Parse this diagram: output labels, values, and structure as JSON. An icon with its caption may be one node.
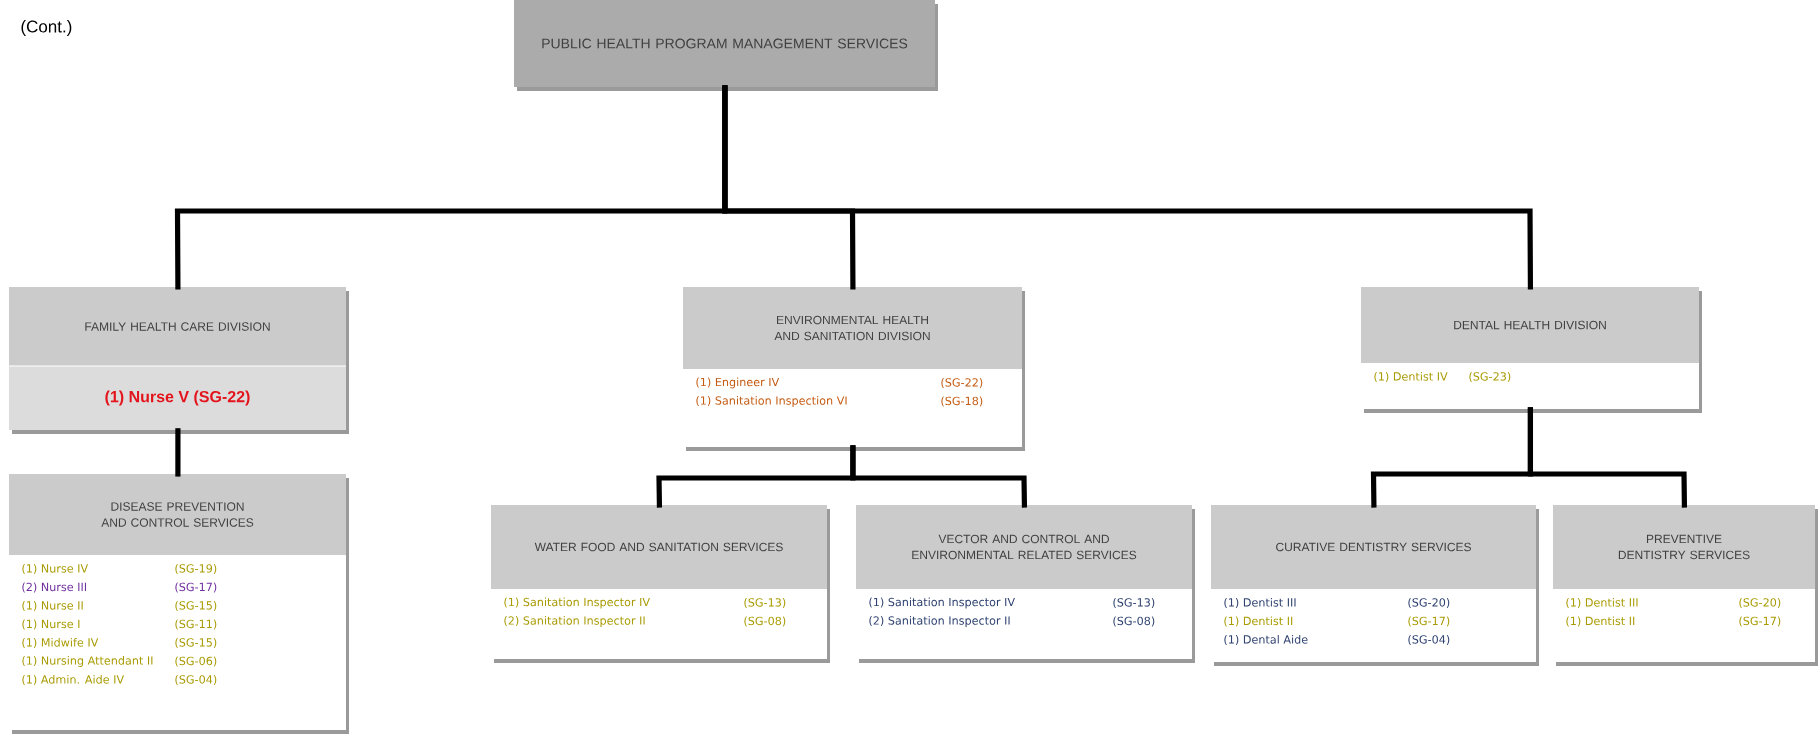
{
  "diagram": {
    "nodes": [
      {
        "text": [
          "PUBLIC HEALTH PROGRAM MANAGEMENT SERVICES"
        ]
      },
      {
        "text": [
          "FAMILY HEALTH CARE DIVISION",
          "(1) Nurse V (SG-22)"
        ]
      },
      {
        "text": [
          "ENVIRONMENTAL HEALTH AND SANITATION DIVISION",
          "(1) Engineer IV",
          "(SG-22)",
          "(1) Sanitation Inspection VI",
          "(SG-18)"
        ]
      },
      {
        "text": [
          "DENTAL HEALTH DIVISION",
          "(1) Dentist IV",
          "(SG-23)"
        ]
      },
      {
        "text": [
          "DISEASE PREVENTION AND CONTROL SERVICES",
          "(1) Nurse IV",
          "(SG-19)",
          "(2) Nurse III",
          "(SG-17)",
          "(1) Nurse II",
          "(SG-15)",
          "(1) Nurse I",
          "(SG-11)",
          "(1) Midwife IV",
          "(SG-15)",
          "(1) Nursing Attendant II",
          "(SG-06)",
          "(1) Admin. Aide IV",
          "(SG-04)"
        ]
      },
      {
        "text": [
          "WATER FOOD AND SANITATION SERVICES",
          "(1) Sanitation Inspector IV",
          "(SG-13)",
          "(2) Sanitation Inspector II",
          "(SG-08)"
        ]
      },
      {
        "text": [
          "VECTOR AND CONTROL AND ENVIRONMENTAL RELATED SERVICES",
          "(1) Sanitation Inspector IV",
          "(SG-13)",
          "(2) Sanitation Inspector II",
          "(SG-08)"
        ]
      },
      {
        "text": [
          "CURATIVE DENTISTRY SERVICES",
          "(1) Dentist III",
          "(SG-20)",
          "(1) Dentist II",
          "(SG-17)",
          "(1) Dental Aide",
          "(SG-04)"
        ]
      },
      {
        "text": [
          "PREVENTIVE DENTISTRY SERVICES",
          "(1) Dentist III",
          "(SG-20)",
          "(1) Dentist II",
          "(SG-17)"
        ]
      }
    ],
    "edges": [
      {
        "from": 0,
        "to": 1,
        "arrow": "none"
      },
      {
        "from": 0,
        "to": 2,
        "arrow": "none"
      },
      {
        "from": 0,
        "to": 3,
        "arrow": "none"
      },
      {
        "from": 1,
        "to": 4,
        "arrow": "none"
      },
      {
        "from": 2,
        "to": 5,
        "arrow": "none"
      },
      {
        "from": 2,
        "to": 6,
        "arrow": "none"
      },
      {
        "from": 3,
        "to": 7,
        "arrow": "none"
      },
      {
        "from": 3,
        "to": 8,
        "arrow": "none"
      }
    ],
    "labels": [
      "(Cont.)"
    ]
  }
}
